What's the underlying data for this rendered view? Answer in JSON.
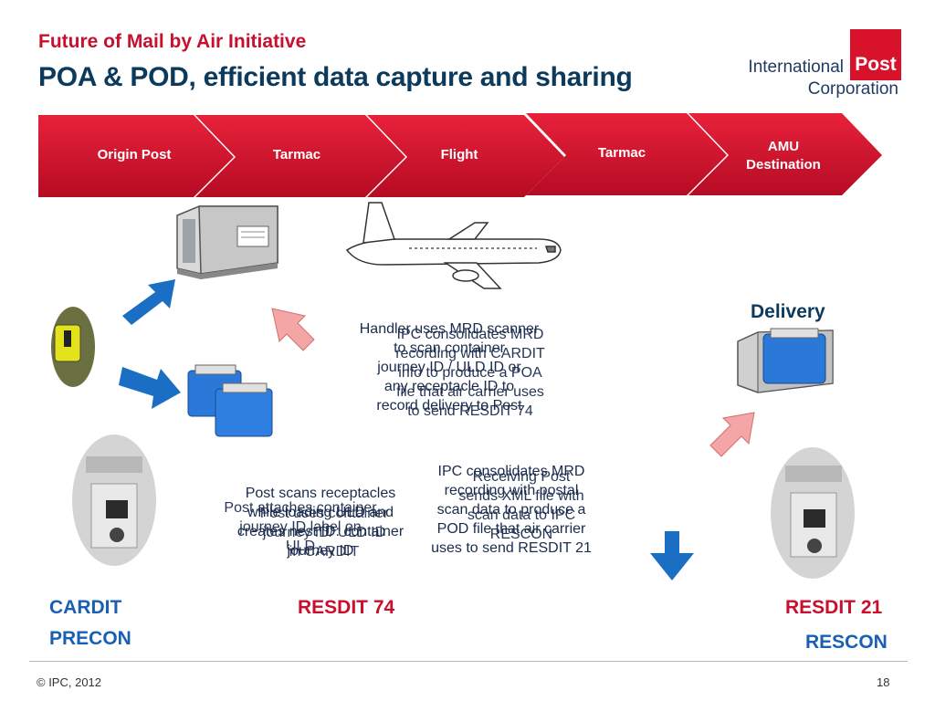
{
  "header": {
    "kicker": "Future of Mail by Air Initiative",
    "title": "POA & POD, efficient data capture and sharing"
  },
  "logo": {
    "line1": "International",
    "line2": "Corporation",
    "box_text": "Post",
    "brand_color": "#d9122b"
  },
  "process": {
    "color": "#c8102e",
    "steps": [
      {
        "label": "Origin Post"
      },
      {
        "label": "Tarmac"
      },
      {
        "label": "Flight"
      },
      {
        "label": "Tarmac"
      },
      {
        "label": "AMU Destination"
      }
    ]
  },
  "labels": {
    "delivery": "Delivery",
    "cardit": "CARDIT",
    "precon": "PRECON",
    "resdit74": "RESDIT 74",
    "resdit21": "RESDIT 21",
    "rescon": "RESCON"
  },
  "texts": {
    "handler": "Handler uses MRD scanner\nto scan container\njourney ID / ULD ID or\nany receptacle ID to\nrecord delivery to Post",
    "ipc_consolidates_74": "IPC consolidates MRD\nrecording with CARDIT\ninfo to produce a POA\nfile that air carrier uses\nto send RESDIT 74",
    "ipc_consolidates_21": "IPC consolidates MRD\nrecording with postal\nscan data to produce a\nPOD file that air carrier\nuses to send RESDIT 21",
    "receiving_post": "Receiving Post\nsends XML file with\nscan data to IPC\nRESCON",
    "post_scans": "Post scans receptacles\nwhile loading ULD and\ncreates nest ID: container\njourney ID",
    "post_attaches": "Post attaches container\njourney ID label on\nULD",
    "post_uses": "Post uses container\njourney ID/ ULD ID\nin CARDIT"
  },
  "footer": {
    "copyright": "© IPC, 2012",
    "page": "18"
  },
  "colors": {
    "title_blue": "#0b3a5c",
    "accent_red": "#c8102e",
    "label_blue": "#1a5fb4",
    "arrow_blue": "#1a6fc4",
    "arrow_pink": "#f4a6a6"
  }
}
